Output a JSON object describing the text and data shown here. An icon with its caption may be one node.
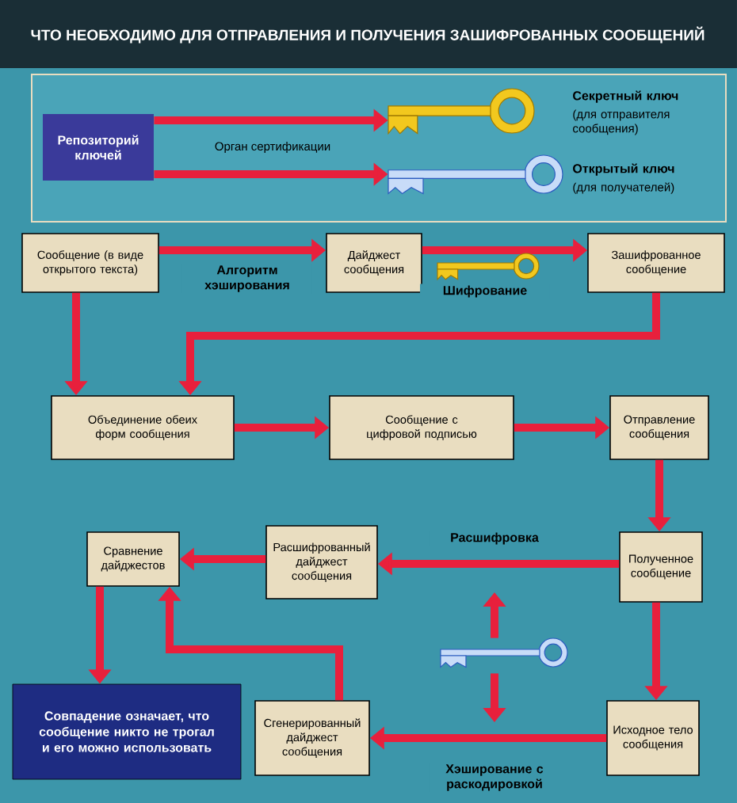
{
  "diagram": {
    "title": "ЧТО НЕОБХОДИМО ДЛЯ ОТПРАВЛЕНИЯ И ПОЛУЧЕНИЯ ЗАШИФРОВАННЫХ СООБЩЕНИЙ",
    "nodes": [
      {
        "text": [
          "Репозиторий ключей"
        ]
      },
      {
        "text": [],
        "shape": "picture",
        "beside": [
          "Секретный ключ",
          "(для отправителя сообщения)"
        ]
      },
      {
        "text": [],
        "shape": "picture",
        "beside": [
          "Открытый ключ",
          "(для получателей)"
        ]
      },
      {
        "text": [
          "Сообщение (в виде открытого текста)"
        ]
      },
      {
        "text": [
          "Дайджест сообщения"
        ]
      },
      {
        "text": [
          "Зашифрованное сообщение"
        ]
      },
      {
        "text": [
          "Объединение обеих форм сообщения"
        ]
      },
      {
        "text": [
          "Сообщение с цифровой подписью"
        ]
      },
      {
        "text": [
          "Отправление сообщения"
        ]
      },
      {
        "text": [
          "Сравнение дайджестов"
        ]
      },
      {
        "text": [
          "Расшифрованный дайджест сообщения"
        ]
      },
      {
        "text": [
          "Полученное сообщение"
        ]
      },
      {
        "text": [
          "Совпадение означает, что сообщение никто не трогал и его можно использовать"
        ]
      },
      {
        "text": [
          "Сгенерированный дайджест сообщения"
        ]
      },
      {
        "text": [
          "Исходное тело сообщения"
        ]
      },
      {
        "text": [],
        "shape": "picture"
      }
    ],
    "edges": [
      {
        "from": 0,
        "to": 1,
        "arrow": "to"
      },
      {
        "from": 0,
        "to": 2,
        "arrow": "to"
      },
      {
        "from": 3,
        "to": 4,
        "arrow": "to",
        "label": "Алгоритм хэширования"
      },
      {
        "from": 4,
        "to": 5,
        "arrow": "to",
        "label": "Шифрование"
      },
      {
        "from": 3,
        "to": 6,
        "arrow": "to"
      },
      {
        "from": 5,
        "to": 6,
        "arrow": "to"
      },
      {
        "from": 6,
        "to": 7,
        "arrow": "to"
      },
      {
        "from": 7,
        "to": 8,
        "arrow": "to"
      },
      {
        "from": 8,
        "to": 11,
        "arrow": "to"
      },
      {
        "from": 11,
        "to": 10,
        "arrow": "to",
        "label": "Расшифровка"
      },
      {
        "from": 10,
        "to": 9,
        "arrow": "to"
      },
      {
        "from": 11,
        "to": 14,
        "arrow": "to"
      },
      {
        "from": 14,
        "to": 13,
        "arrow": "to",
        "label": "Хэширование с раскодировкой"
      },
      {
        "from": 13,
        "to": 9,
        "arrow": "to"
      },
      {
        "from": 9,
        "to": 12,
        "arrow": "to"
      },
      {
        "from": 15,
        "to": null,
        "arrow": "to"
      },
      {
        "from": 15,
        "to": null,
        "arrow": "to"
      }
    ],
    "labels": [
      "Орган сертификации"
    ]
  }
}
